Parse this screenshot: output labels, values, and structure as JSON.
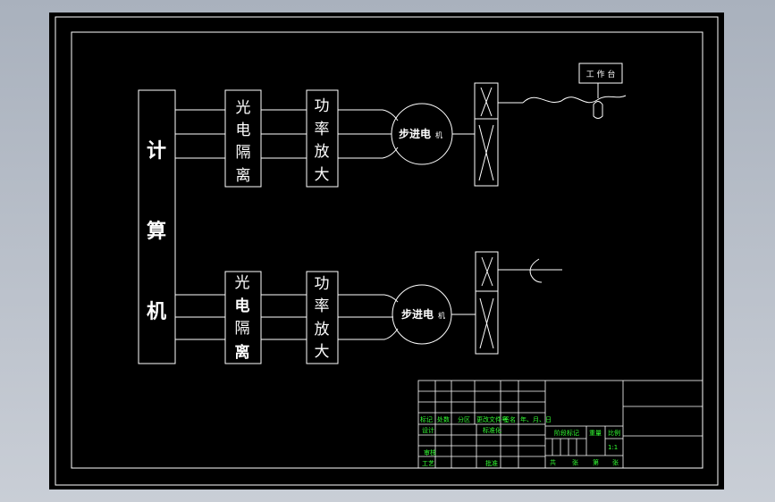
{
  "computer": [
    "计",
    "算",
    "机"
  ],
  "isolation_top": [
    "光",
    "电",
    "隔",
    "离"
  ],
  "isolation_bottom": [
    "光",
    "电",
    "隔",
    "离"
  ],
  "amplifier_top": [
    "功",
    "率",
    "放",
    "大"
  ],
  "amplifier_bottom": [
    "功",
    "率",
    "放",
    "大"
  ],
  "motor_top": {
    "main": "步进电",
    "tail": "机"
  },
  "motor_bottom": {
    "main": "步进电",
    "tail": "机"
  },
  "worktable": "工 作 台",
  "title_block": {
    "header": [
      "标记",
      "处数",
      "分区",
      "更改文件号",
      "签名",
      "年、月、日"
    ],
    "design": "设计",
    "standard": "标准化",
    "review": "审核",
    "craft": "工艺",
    "approve": "批准",
    "stage": "阶段标记",
    "weight": "重量",
    "scale": "比例",
    "scale_value": "1:1",
    "sheets": [
      "共",
      "张",
      "第",
      "张"
    ]
  },
  "colors": {
    "background": "#000000",
    "line": "#ffffff",
    "title_text": "#33ff33"
  }
}
